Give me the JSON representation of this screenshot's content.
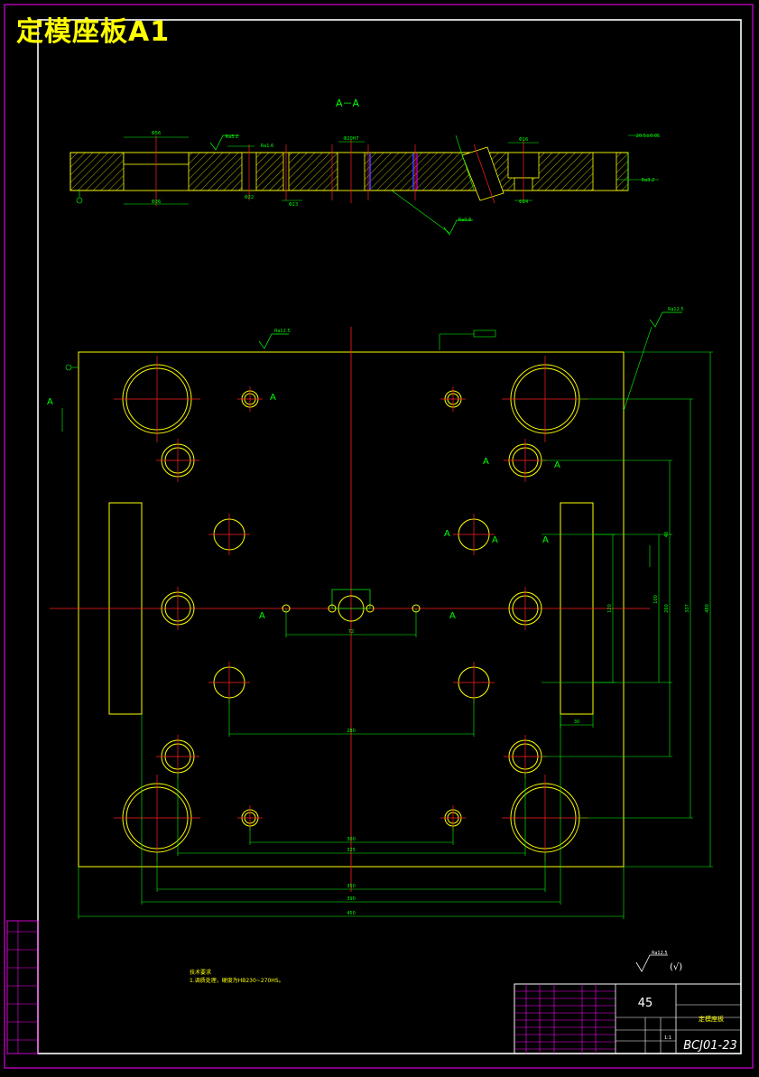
{
  "title": "定模座板A1",
  "section": {
    "label": "A－A",
    "dimensions": [
      "Φ56",
      "Φ36",
      "Ra3.2",
      "Ra1.6",
      "Φ20H7",
      "Φ22",
      "Φ23",
      "Ra0.8",
      "Φ16",
      "Φ24",
      "20.5±0.05",
      "Ra3.2"
    ]
  },
  "plan": {
    "marks": [
      "A",
      "A",
      "A",
      "A",
      "A",
      "A",
      "A",
      "A",
      "A"
    ],
    "dimensions": {
      "d72": "72",
      "d280": "280",
      "d300": "300",
      "d325": "325",
      "d350": "350",
      "d390": "390",
      "d450": "450",
      "d260": "260",
      "d100": "100",
      "d337": "337",
      "d480": "480",
      "d40": "40",
      "d120": "120",
      "d30": "30"
    },
    "roughness": [
      "Ra12.5",
      "Ra12.5"
    ]
  },
  "notes": {
    "heading": "技术要求",
    "line1": "1.调质处理，硬度为HB230~270HS。"
  },
  "corner_roughness": "Ra12.5",
  "title_block": {
    "material": "45",
    "part_name": "定模座板",
    "drawing_no": "BCJ01-23",
    "scale": "1:1"
  },
  "colors": {
    "outline": "#ffff00",
    "centerline": "#ff2020",
    "dimension": "#00ff00",
    "frame": "#ff00ff",
    "text_white": "#ffffff",
    "hatch_blue": "#4040ff"
  }
}
